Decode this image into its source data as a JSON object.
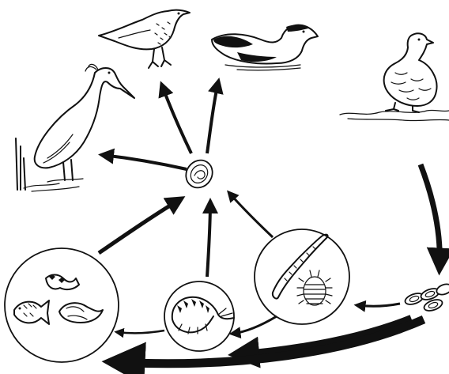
{
  "diagram": {
    "nodes": [
      {
        "id": "egret",
        "icon": "egret-bird-icon"
      },
      {
        "id": "thrush",
        "icon": "thrush-bird-icon"
      },
      {
        "id": "eider",
        "icon": "swimming-duck-icon"
      },
      {
        "id": "mallard",
        "icon": "standing-duck-icon"
      },
      {
        "id": "cyst",
        "icon": "parasite-cyst-icon"
      },
      {
        "id": "fish-tadpole",
        "icon": "fish-and-tadpole-icon"
      },
      {
        "id": "amphipod",
        "icon": "amphipod-shrimp-icon"
      },
      {
        "id": "worm-isopod",
        "icon": "worm-and-isopod-icon"
      },
      {
        "id": "eggs",
        "icon": "parasite-eggs-icon"
      }
    ],
    "edges": [
      {
        "from": "cyst",
        "to": "egret"
      },
      {
        "from": "cyst",
        "to": "thrush"
      },
      {
        "from": "cyst",
        "to": "eider"
      },
      {
        "from": "fish-tadpole",
        "to": "cyst"
      },
      {
        "from": "amphipod",
        "to": "cyst"
      },
      {
        "from": "worm-isopod",
        "to": "cyst"
      },
      {
        "from": "mallard",
        "to": "eggs"
      },
      {
        "from": "eggs",
        "to": "worm-isopod"
      },
      {
        "from": "eggs",
        "to": "amphipod"
      },
      {
        "from": "eggs",
        "to": "fish-tadpole"
      },
      {
        "from": "amphipod",
        "to": "fish-tadpole"
      },
      {
        "from": "worm-isopod",
        "to": "amphipod"
      }
    ],
    "colors": {
      "ink": "#111111",
      "background": "#ffffff"
    }
  }
}
